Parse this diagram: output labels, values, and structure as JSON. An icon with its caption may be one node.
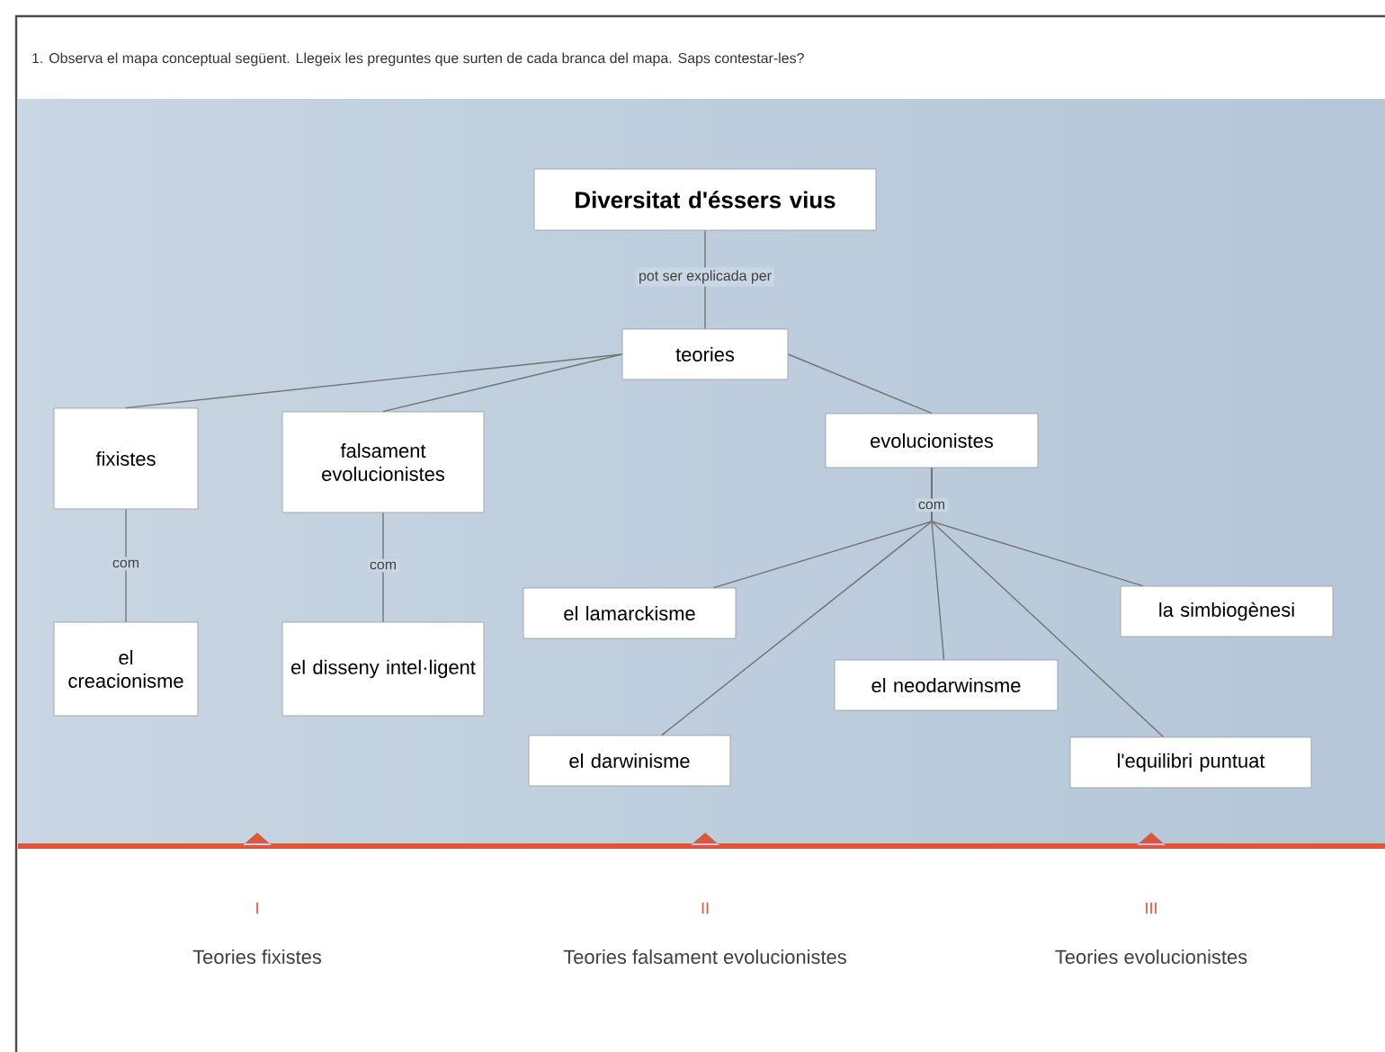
{
  "diagram": {
    "title": "1. Observa el mapa conceptual següent. Llegeix les preguntes que surten de cada branca del mapa. Saps contestar-les?",
    "nodes": [
      {
        "text": [
          "Diversitat d'éssers vius"
        ]
      },
      {
        "text": [
          "teories"
        ]
      },
      {
        "text": [
          "fixistes"
        ]
      },
      {
        "text": [
          "falsament evolucionistes"
        ]
      },
      {
        "text": [
          "evolucionistes"
        ]
      },
      {
        "text": [
          "el creacionisme"
        ]
      },
      {
        "text": [
          "el disseny intel·ligent"
        ]
      },
      {
        "text": [
          "el lamarckisme"
        ]
      },
      {
        "text": [
          "la simbiogènesi"
        ]
      },
      {
        "text": [
          "el neodarwinsme"
        ]
      },
      {
        "text": [
          "el darwinisme"
        ]
      },
      {
        "text": [
          "l'equilibri puntuat"
        ]
      }
    ],
    "edges": [
      {
        "from": 0,
        "to": 1,
        "arrow": "none",
        "label": "pot ser explicada per"
      },
      {
        "from": 1,
        "to": 2,
        "arrow": "none"
      },
      {
        "from": 1,
        "to": 3,
        "arrow": "none"
      },
      {
        "from": 1,
        "to": 4,
        "arrow": "none"
      },
      {
        "from": 2,
        "to": 5,
        "arrow": "none",
        "label": "com"
      },
      {
        "from": 3,
        "to": 6,
        "arrow": "none",
        "label": "com"
      },
      {
        "from": 4,
        "to": 9,
        "arrow": "none",
        "label": "com"
      },
      {
        "from": 4,
        "to": 7,
        "arrow": "none"
      },
      {
        "from": 4,
        "to": 8,
        "arrow": "none"
      },
      {
        "from": 4,
        "to": 10,
        "arrow": "none"
      },
      {
        "from": 4,
        "to": 11,
        "arrow": "none"
      }
    ],
    "labels": [
      "I",
      "Teories fixistes",
      "II",
      "Teories falsament evolucionistes",
      "III",
      "Teories evolucionistes"
    ]
  }
}
